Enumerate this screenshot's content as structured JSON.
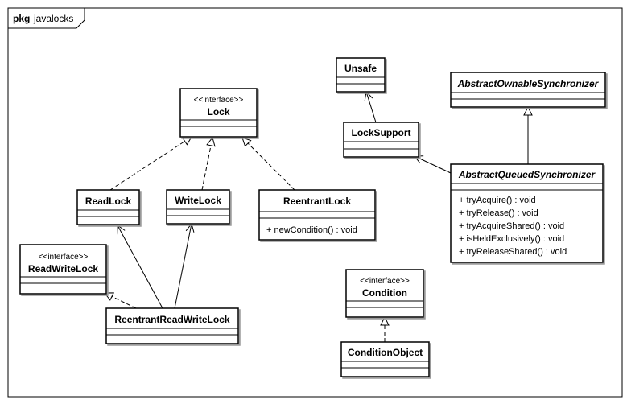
{
  "package": {
    "keyword": "pkg",
    "name": "javalocks"
  },
  "classes": {
    "lock": {
      "stereotype": "<<interface>>",
      "name": "Lock"
    },
    "read_lock": {
      "name": "ReadLock"
    },
    "write_lock": {
      "name": "WriteLock"
    },
    "reentrant_lock": {
      "name": "ReentrantLock",
      "methods": [
        "+ newCondition() : void"
      ]
    },
    "read_write_lock": {
      "stereotype": "<<interface>>",
      "name": "ReadWriteLock"
    },
    "reentrant_read_write_lock": {
      "name": "ReentrantReadWriteLock"
    },
    "unsafe": {
      "name": "Unsafe"
    },
    "lock_support": {
      "name": "LockSupport"
    },
    "abstract_ownable_synchronizer": {
      "name": "AbstractOwnableSynchronizer"
    },
    "abstract_queued_synchronizer": {
      "name": "AbstractQueuedSynchronizer",
      "methods": [
        "+ tryAcquire() : void",
        "+ tryRelease() : void",
        "+ tryAcquireShared() : void",
        "+ isHeldExclusively() : void",
        "+ tryReleaseShared() : void"
      ]
    },
    "condition": {
      "stereotype": "<<interface>>",
      "name": "Condition"
    },
    "condition_object": {
      "name": "ConditionObject"
    }
  }
}
